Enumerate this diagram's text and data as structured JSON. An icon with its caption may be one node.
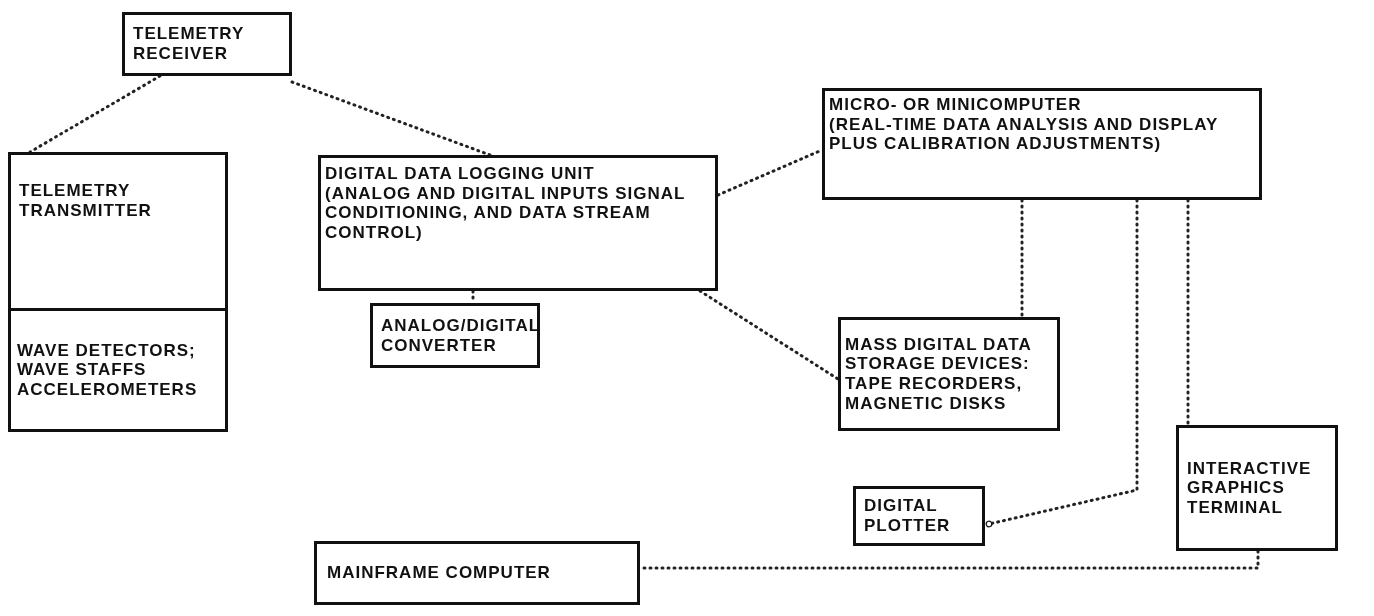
{
  "diagram": {
    "nodes": [
      {
        "text": [
          "TELEMETRY RECEIVER"
        ]
      },
      {
        "text": [
          "TELEMETRY TRANSMITTER"
        ]
      },
      {
        "text": [
          "WAVE DETECTORS; WAVE STAFFS ACCELEROMETERS"
        ]
      },
      {
        "text": [
          "DIGITAL DATA LOGGING UNIT",
          "(ANALOG AND DIGITAL INPUTS SIGNAL CONDITIONING, AND DATA STREAM CONTROL)"
        ]
      },
      {
        "text": [
          "ANALOG/DIGITAL CONVERTER"
        ]
      },
      {
        "text": [
          "MICRO- OR MINICOMPUTER",
          "(REAL-TIME DATA ANALYSIS AND DISPLAY PLUS CALIBRATION ADJUSTMENTS)"
        ]
      },
      {
        "text": [
          "MASS DIGITAL DATA STORAGE DEVICES: TAPE RECORDERS, MAGNETIC DISKS"
        ]
      },
      {
        "text": [
          "INTERACTIVE GRAPHICS TERMINAL"
        ]
      },
      {
        "text": [
          "DIGITAL PLOTTER"
        ]
      },
      {
        "text": [
          "MAINFRAME COMPUTER"
        ]
      }
    ],
    "edges": [
      {
        "from": 0,
        "to": 1,
        "arrow": "none"
      },
      {
        "from": 0,
        "to": 3,
        "arrow": "none"
      },
      {
        "from": 3,
        "to": 4,
        "arrow": "none"
      },
      {
        "from": 3,
        "to": 5,
        "arrow": "none"
      },
      {
        "from": 3,
        "to": 6,
        "arrow": "none"
      },
      {
        "from": 5,
        "to": 6,
        "arrow": "none"
      },
      {
        "from": 5,
        "to": 8,
        "arrow": "other"
      },
      {
        "from": 5,
        "to": 7,
        "arrow": "none"
      },
      {
        "from": 7,
        "to": 9,
        "arrow": "none"
      }
    ]
  }
}
